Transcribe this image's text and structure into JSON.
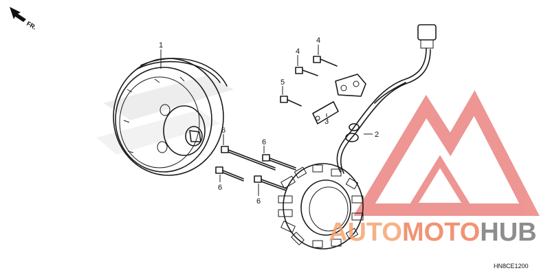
{
  "direction_label": "FR.",
  "diagram_code": "HN8CE1200",
  "watermark": {
    "part1": "AUTO",
    "part2": "MOTO",
    "part3": "HUB",
    "color_light": "#f4a06a",
    "color_mid": "#ee7a52",
    "color_dark": "#7a7a7a"
  },
  "callouts": {
    "flywheel": "1",
    "wire_harness": "2",
    "cover_plate": "3",
    "bolt_upper_a": "4",
    "bolt_upper_b": "4",
    "bolt_plate": "5",
    "stator_bolt_a": "6",
    "stator_bolt_b": "6",
    "stator_bolt_c": "6",
    "stator_bolt_d": "6"
  },
  "colors": {
    "accent": "#e0413b",
    "ink": "#1a1a1a"
  }
}
